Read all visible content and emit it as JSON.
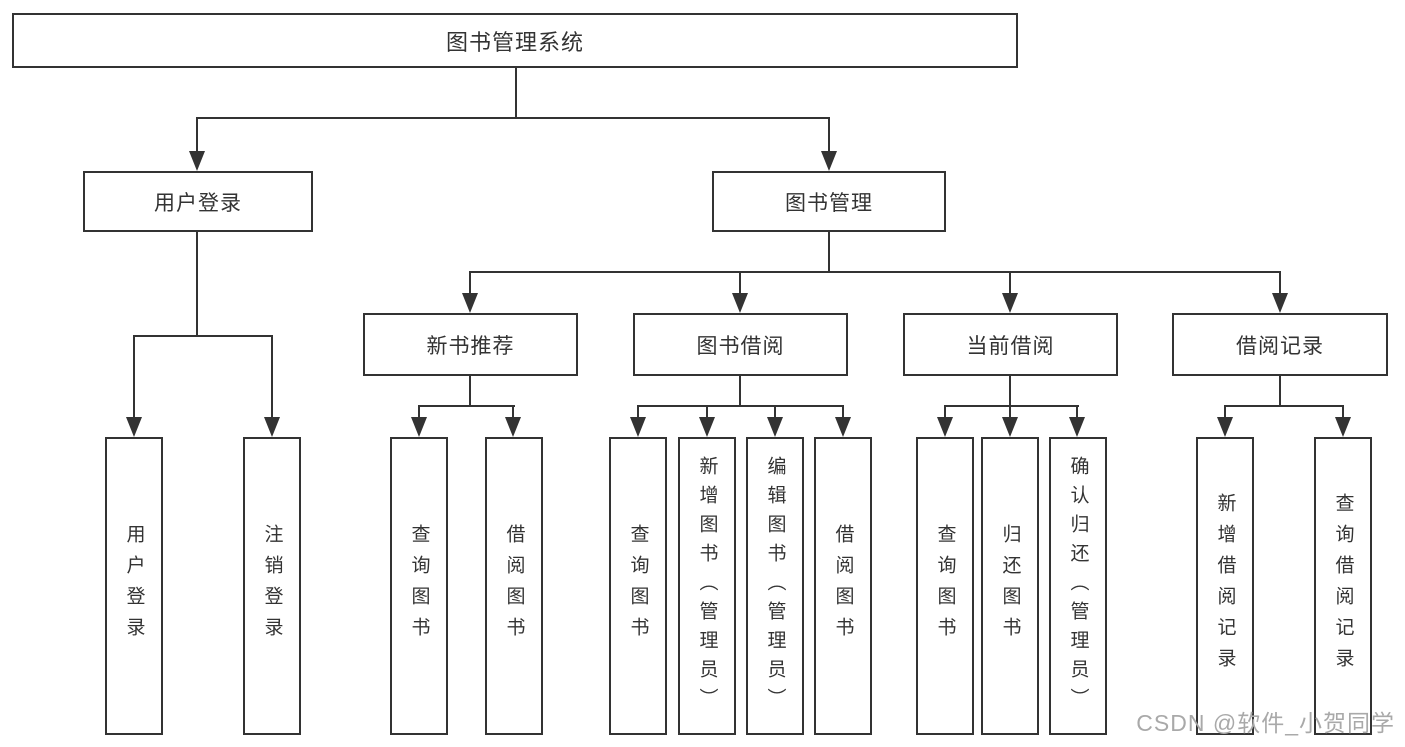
{
  "diagram": {
    "root": {
      "label": "图书管理系统"
    },
    "branches": [
      {
        "label": "用户登录",
        "children": [
          {
            "label": "用户登录"
          },
          {
            "label": "注销登录"
          }
        ]
      },
      {
        "label": "图书管理",
        "children": [
          {
            "label": "新书推荐",
            "children": [
              {
                "label": "查询图书"
              },
              {
                "label": "借阅图书"
              }
            ]
          },
          {
            "label": "图书借阅",
            "children": [
              {
                "label": "查询图书"
              },
              {
                "label": "新增图书（管理员）"
              },
              {
                "label": "编辑图书（管理员）"
              },
              {
                "label": "借阅图书"
              }
            ]
          },
          {
            "label": "当前借阅",
            "children": [
              {
                "label": "查询图书"
              },
              {
                "label": "归还图书"
              },
              {
                "label": "确认归还（管理员）"
              }
            ]
          },
          {
            "label": "借阅记录",
            "children": [
              {
                "label": "新增借阅记录"
              },
              {
                "label": "查询借阅记录"
              }
            ]
          }
        ]
      }
    ]
  },
  "watermark": {
    "text": "CSDN @软件_小贺同学"
  },
  "colors": {
    "line": "#333333",
    "text": "#333333",
    "watermark": "#a9a9a9",
    "background": "#ffffff"
  }
}
